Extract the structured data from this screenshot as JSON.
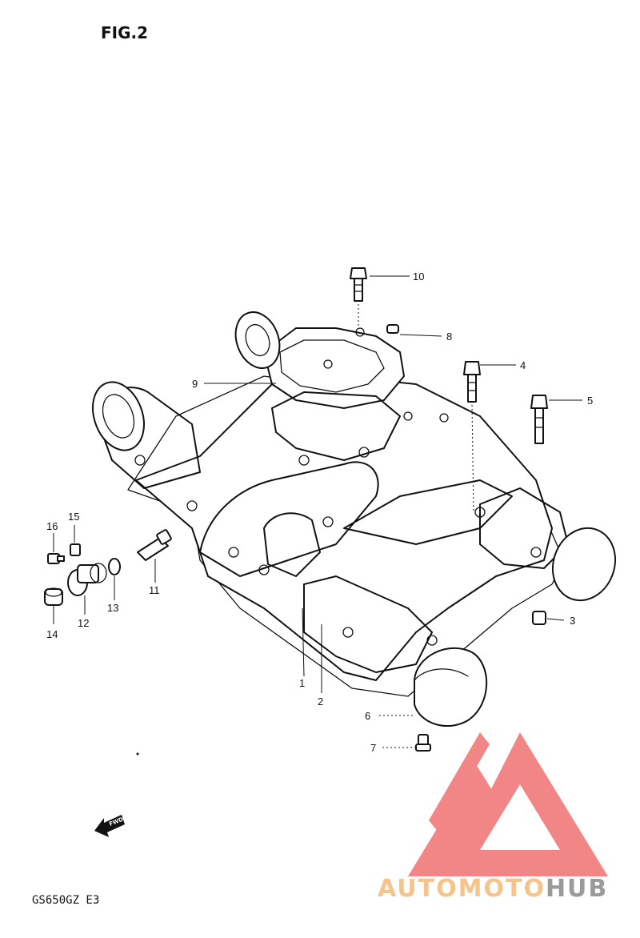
{
  "figure": {
    "title": "FIG.2",
    "model_code": "GS650GZ E3"
  },
  "fwd_arrow": {
    "label": "FWD"
  },
  "callouts": [
    {
      "id": "1",
      "label": "1"
    },
    {
      "id": "2",
      "label": "2"
    },
    {
      "id": "3",
      "label": "3"
    },
    {
      "id": "4",
      "label": "4"
    },
    {
      "id": "5",
      "label": "5"
    },
    {
      "id": "6",
      "label": "6"
    },
    {
      "id": "7",
      "label": "7"
    },
    {
      "id": "8",
      "label": "8"
    },
    {
      "id": "9",
      "label": "9"
    },
    {
      "id": "10",
      "label": "10"
    },
    {
      "id": "11",
      "label": "11"
    },
    {
      "id": "12",
      "label": "12"
    },
    {
      "id": "13",
      "label": "13"
    },
    {
      "id": "14",
      "label": "14"
    },
    {
      "id": "15",
      "label": "15"
    },
    {
      "id": "16",
      "label": "16"
    }
  ],
  "watermark": {
    "text_part1": "AUTOMOTO",
    "text_part2": "HUB",
    "color_part1": "#f7c38a",
    "color_part2": "#9a9a9a",
    "logo_color": "#f07070"
  }
}
